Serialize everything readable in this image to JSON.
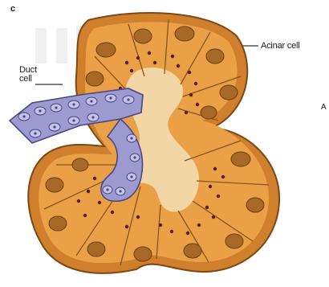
{
  "figure": {
    "panel_letter": "c",
    "duct_label_line1": "Duct",
    "duct_label_line2": "cell",
    "acinar_label": "Acinar cell",
    "edge_letter": "A"
  },
  "colors": {
    "acinus_outer": "#d07f2c",
    "acinus_inner": "#eaa047",
    "lumen": "#f3d6a6",
    "nucleus": "#a86826",
    "granule": "#5b1b10",
    "duct": "#9d9ad0",
    "duct_dark": "#4a4787"
  }
}
